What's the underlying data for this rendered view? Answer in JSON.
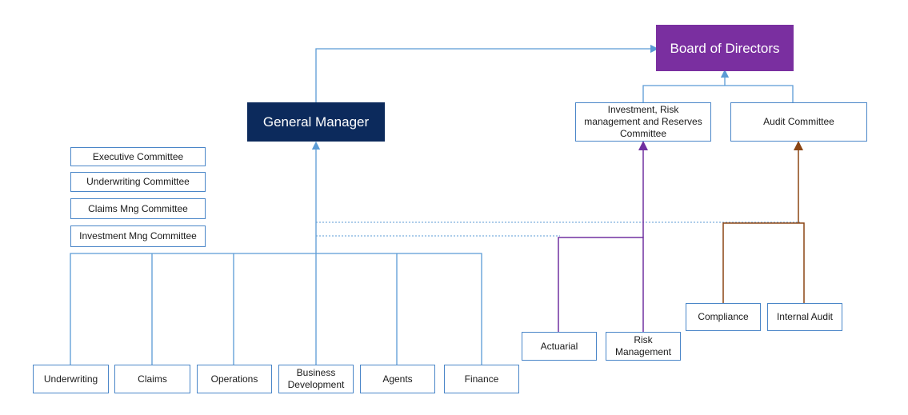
{
  "board": {
    "label": "Board of Directors"
  },
  "general_manager": {
    "label": "General Manager"
  },
  "board_committees": [
    {
      "label": "Investment, Risk management and Reserves Committee"
    },
    {
      "label": "Audit Committee"
    }
  ],
  "management_committees": [
    {
      "label": "Executive Committee"
    },
    {
      "label": "Underwriting Committee"
    },
    {
      "label": "Claims Mng Committee"
    },
    {
      "label": "Investment Mng Committee"
    }
  ],
  "departments": [
    {
      "label": "Underwriting"
    },
    {
      "label": "Claims"
    },
    {
      "label": "Operations"
    },
    {
      "label": "Business Development"
    },
    {
      "label": "Agents"
    },
    {
      "label": "Finance"
    }
  ],
  "risk_functions": [
    {
      "label": "Actuarial"
    },
    {
      "label": "Risk Management"
    }
  ],
  "audit_functions": [
    {
      "label": "Compliance"
    },
    {
      "label": "Internal Audit"
    }
  ],
  "colors": {
    "blue_line": "#5b9bd5",
    "purple_line": "#7030a0",
    "brown_line": "#8b4513",
    "gm_fill": "#0c2a5c",
    "board_fill": "#7a2fa0"
  }
}
